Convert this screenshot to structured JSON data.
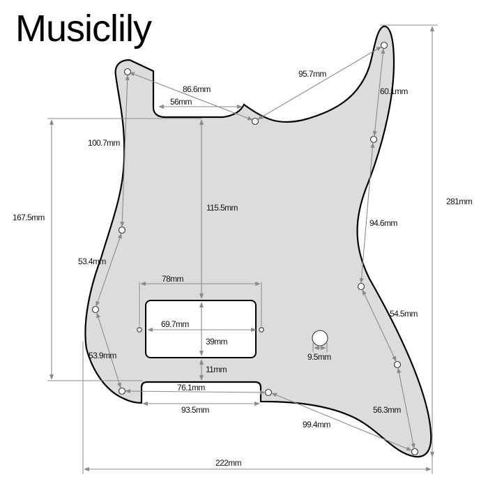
{
  "brand": {
    "name": "Musiclily"
  },
  "diagram": {
    "subject": "pickguard",
    "colors": {
      "pickguard_fill": "#dcdcdc",
      "outline": "#000000",
      "dimension_line": "#8a8a8a",
      "cutout_fill": "#ffffff"
    },
    "dimensions": {
      "overall_width": "222mm",
      "overall_height": "281mm",
      "left_height": "167.5mm",
      "neck_pocket_width": "56mm",
      "hole1_to_hole2": "86.6mm",
      "hole2_to_hole_top_right": "95.7mm",
      "top_right_hole_spacing": "60.1mm",
      "left_hole_spacing_upper": "100.7mm",
      "neck_to_pickup": "115.5mm",
      "right_hole_spacing_mid": "94.6mm",
      "left_hole_spacing_mid": "53.4mm",
      "pickup_mount_spacing": "78mm",
      "pickup_cavity_width": "69.7mm",
      "pickup_cavity_height": "39mm",
      "right_hole_spacing_lower": "54.5mm",
      "knob_hole_diameter": "9.5mm",
      "left_hole_spacing_lower": "53.9mm",
      "pickup_to_control_gap": "11mm",
      "bottom_holes_spacing": "76.1mm",
      "control_cavity_width": "93.5mm",
      "bottom_right_hole_spacing": "56.3mm",
      "bottom_hole_diagonal": "99.4mm"
    }
  }
}
